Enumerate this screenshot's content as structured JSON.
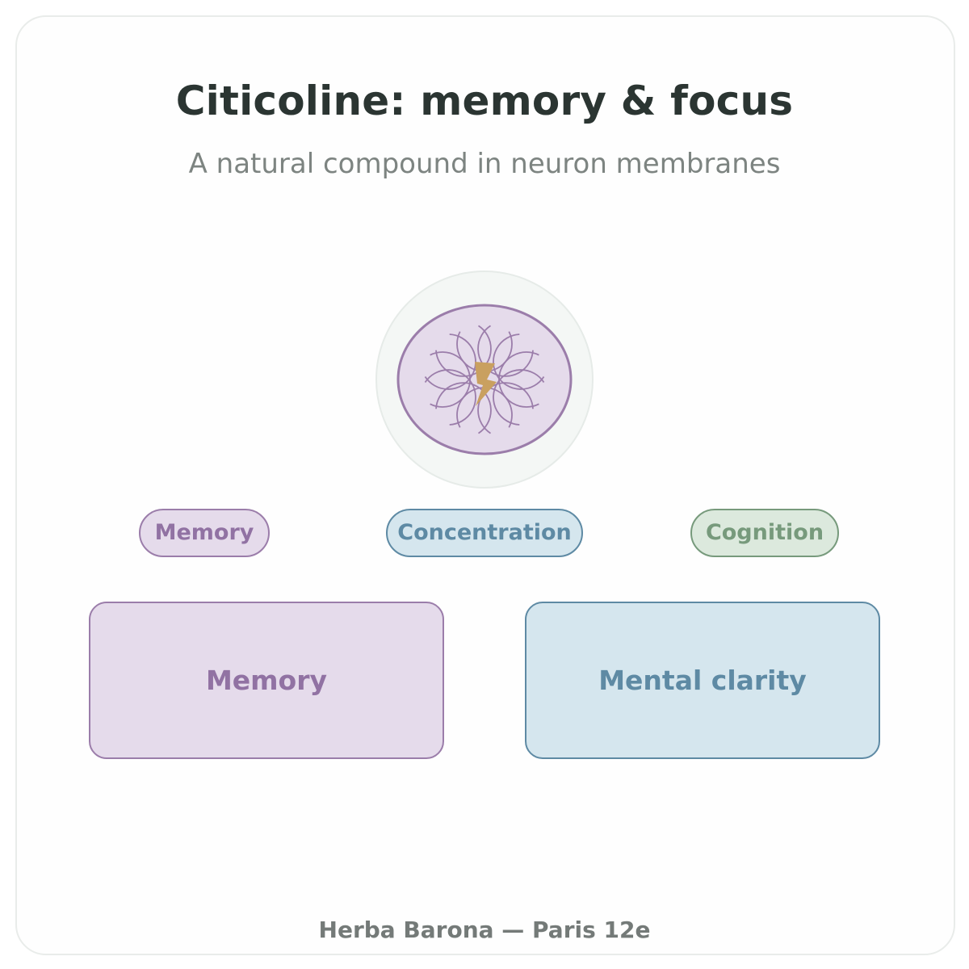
{
  "header": {
    "title": "Citicoline: memory & focus",
    "subtitle": "A natural compound in neuron membranes"
  },
  "emblem": {
    "icon": "neuron-lightning-icon",
    "fill": "#e5dbeb",
    "stroke": "#9b7daa",
    "bolt_color": "#c9a060",
    "background": "#f4f7f5"
  },
  "benefit_tags": [
    {
      "label": "Memory",
      "color": "#9172a3"
    },
    {
      "label": "Concentration",
      "color": "#5e8aa4"
    },
    {
      "label": "Cognition",
      "color": "#779a7c"
    }
  ],
  "outcome_boxes": [
    {
      "label": "Memory",
      "color": "#9172a3"
    },
    {
      "label": "Mental clarity",
      "color": "#5e8aa4"
    }
  ],
  "footer": {
    "text": "Herba Barona — Paris 12e"
  }
}
